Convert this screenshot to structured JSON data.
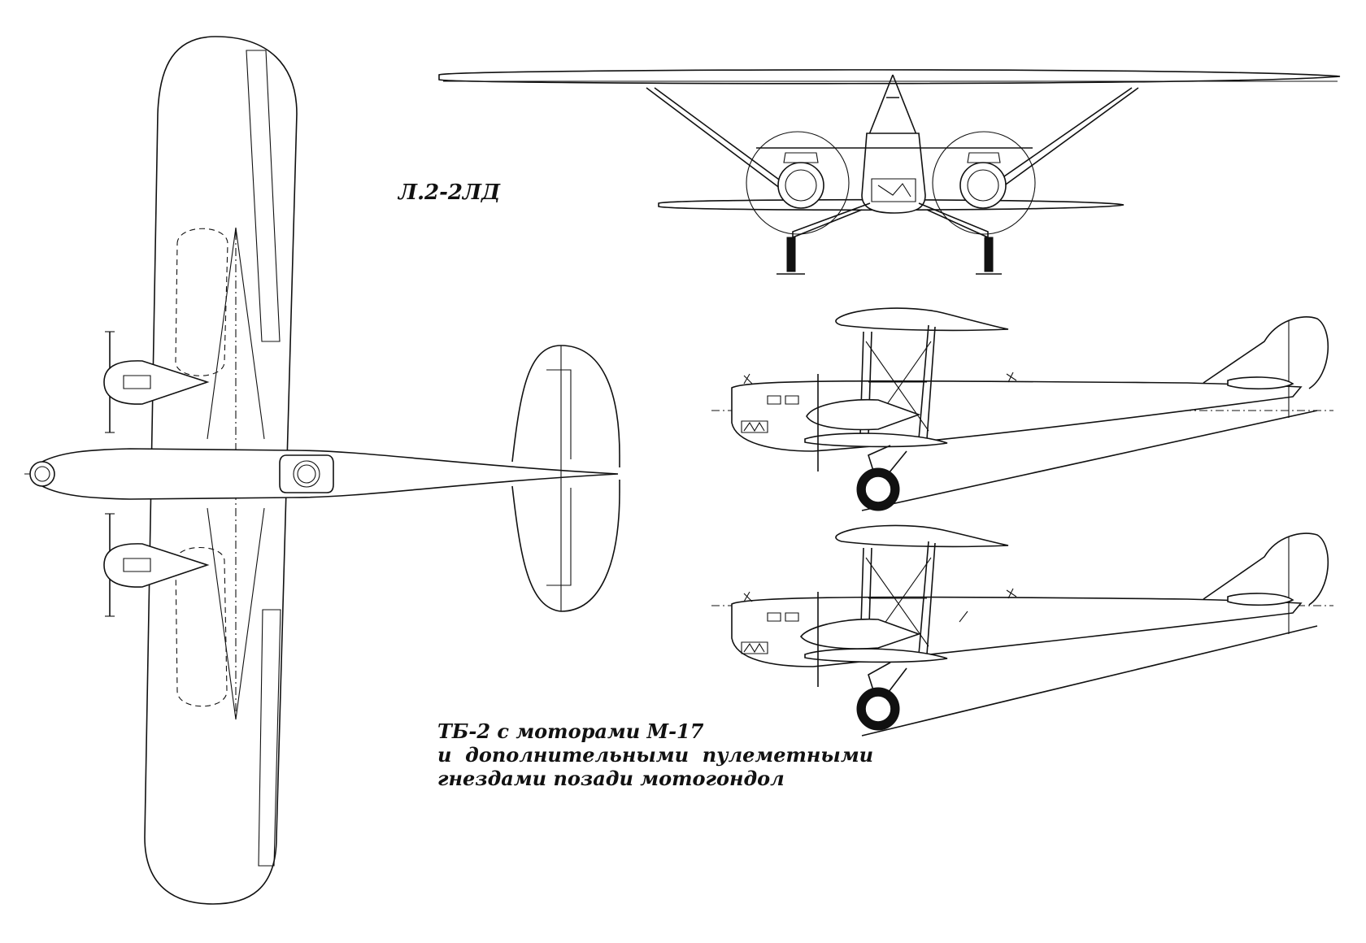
{
  "labels": {
    "variant": "Л.2-2ЛД",
    "caption_lines": [
      "ТБ-2 с моторами М-17",
      "и  дополнительными  пулеметными",
      "гнездами позади мотогондол"
    ]
  },
  "colors": {
    "line": "#111111",
    "paper": "#ffffff"
  }
}
